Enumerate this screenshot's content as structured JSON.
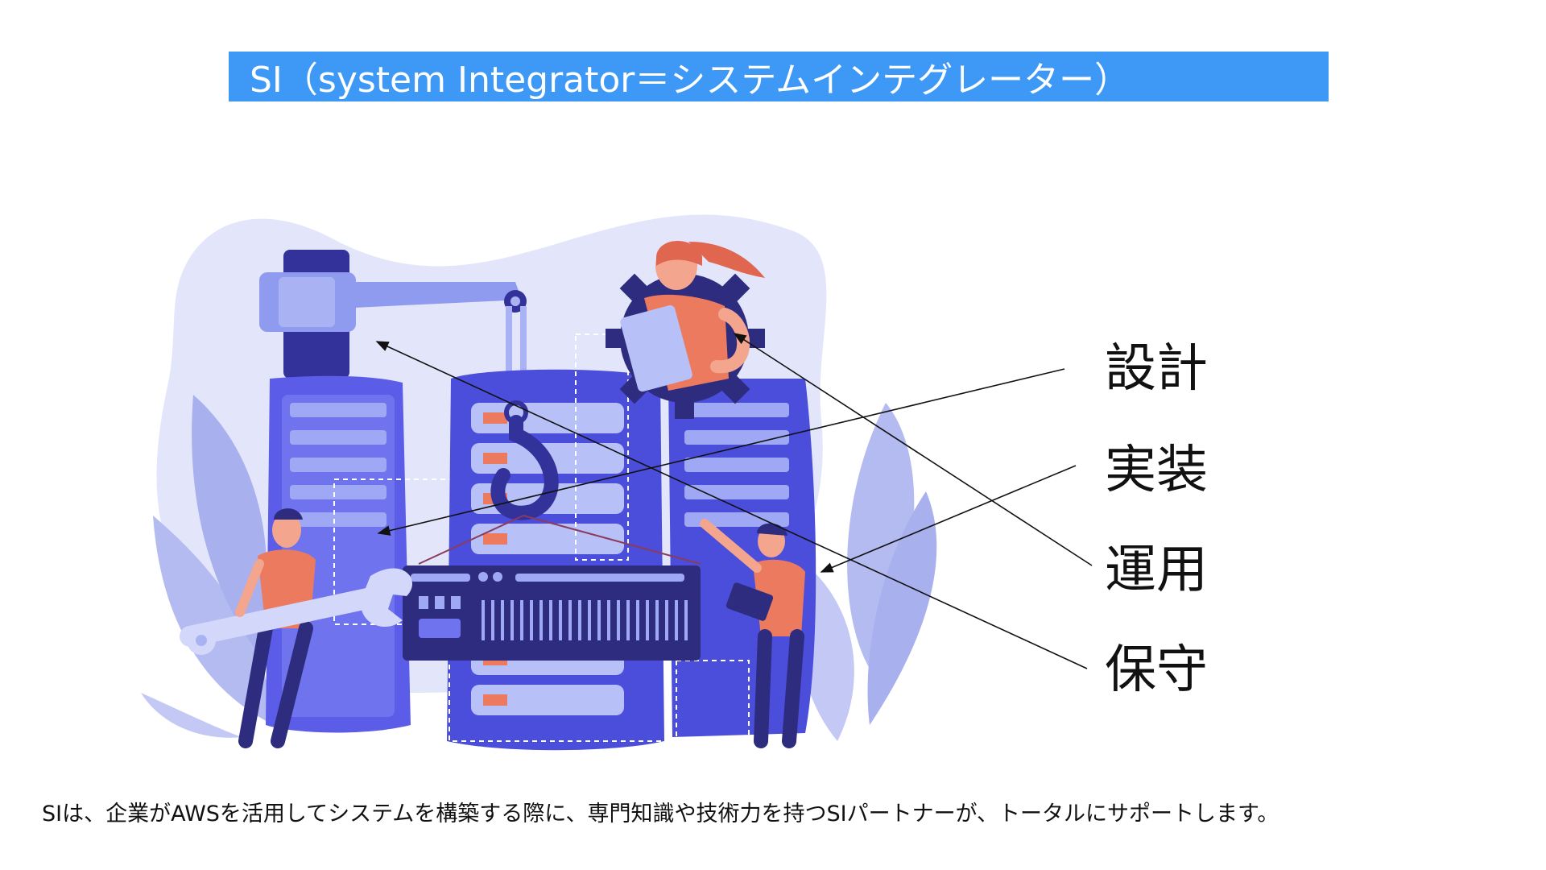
{
  "title": "SI（system Integrator＝システムインテグレーター）",
  "labels": {
    "design": "設計",
    "implementation": "実装",
    "operation": "運用",
    "maintenance": "保守"
  },
  "caption": "SIは、企業がAWSを活用してシステムを構築する際に、専門知識や技術力を持つSIパートナーが、トータルにサポートします。",
  "colors": {
    "title_bg": "#3d99f5",
    "server_blue": "#5b5de8",
    "server_dark": "#3c3aa8",
    "accent_orange": "#ec7a5f",
    "background_blob": "#e3e6fb"
  }
}
